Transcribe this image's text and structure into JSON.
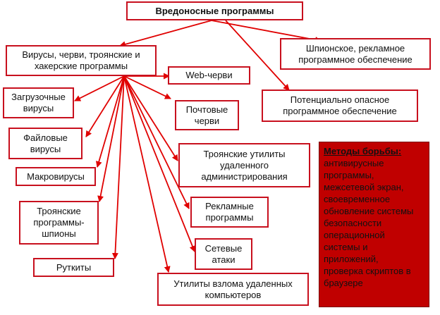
{
  "colors": {
    "border": "#c8101e",
    "arrow": "#e00000",
    "methods_fill": "#c00000"
  },
  "diagram": {
    "root": "Вредоносные программы",
    "categories": {
      "viruses": "Вирусы, черви, троянские и\nхакерские программы",
      "spyware": "Шпионское, рекламное\nпрограммное обеспечение",
      "potentially_dangerous": "Потенциально опасное\nпрограммное обеспечение"
    },
    "types": {
      "boot_viruses": "Загрузочные\nвирусы",
      "file_viruses": "Файловые\nвирусы",
      "macro_viruses": "Макровирусы",
      "trojan_spies": "Троянские\nпрограммы-\nшпионы",
      "rootkits": "Руткиты",
      "web_worms": "Web-черви",
      "mail_worms": "Почтовые\nчерви",
      "trojan_admin": "Троянские утилиты\nудаленного\nадминистрирования",
      "adware": "Рекламные\nпрограммы",
      "network_attacks": "Сетевые\nатаки",
      "hacking_utilities": "Утилиты взлома удаленных\nкомпьютеров"
    },
    "methods": {
      "title": "Методы борьбы:",
      "body": "антивирусные\nпрограммы,\nмежсетевой экран,\nсвоевременное\nобновление системы\nбезопасности\nоперационной\nсистемы и\nприложений,\nпроверка скриптов в\nбраузере"
    }
  }
}
